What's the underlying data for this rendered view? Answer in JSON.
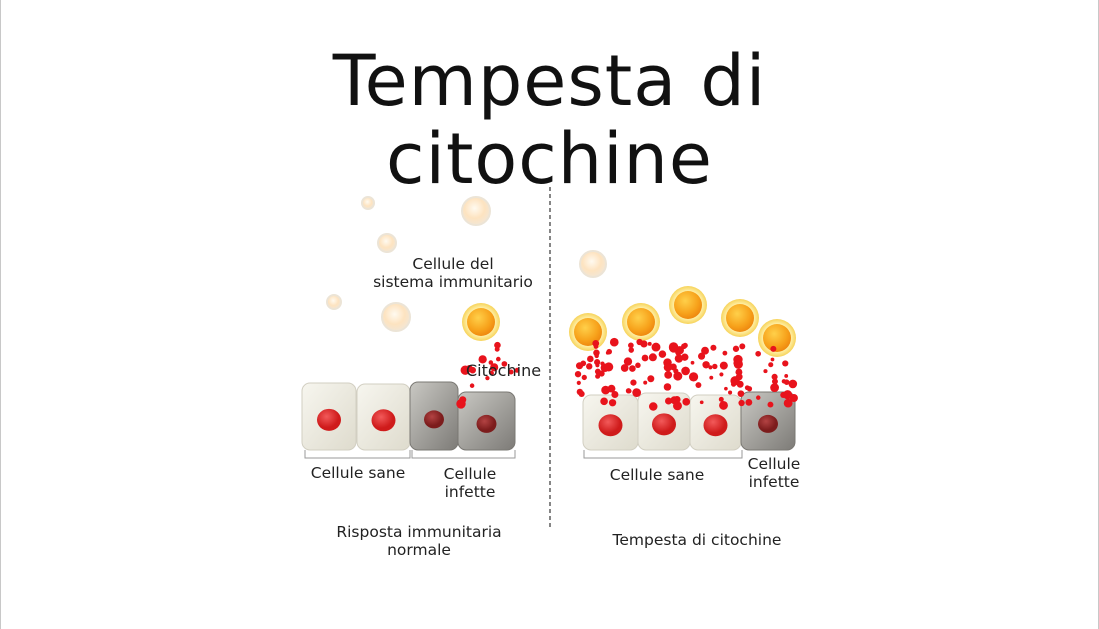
{
  "title": {
    "line1": "Tempesta di",
    "line2": "citochine"
  },
  "labels": {
    "immune_cells_1": "Cellule del",
    "immune_cells_2": "sistema immunitario",
    "cytokines": "Citochine",
    "left_healthy": "Cellule sane",
    "left_infected_1": "Cellule",
    "left_infected_2": "infette",
    "right_healthy": "Cellule sane",
    "right_infected_1": "Cellule",
    "right_infected_2": "infette",
    "left_caption_1": "Risposta immunitaria",
    "left_caption_2": "normale",
    "right_caption": "Tempesta di citochine"
  },
  "colors": {
    "cytokine": "#e8131c",
    "active_cell": "#f7a21b",
    "healthy_cell": "#e8e6dc",
    "infected_cell": "#8e8c87"
  }
}
